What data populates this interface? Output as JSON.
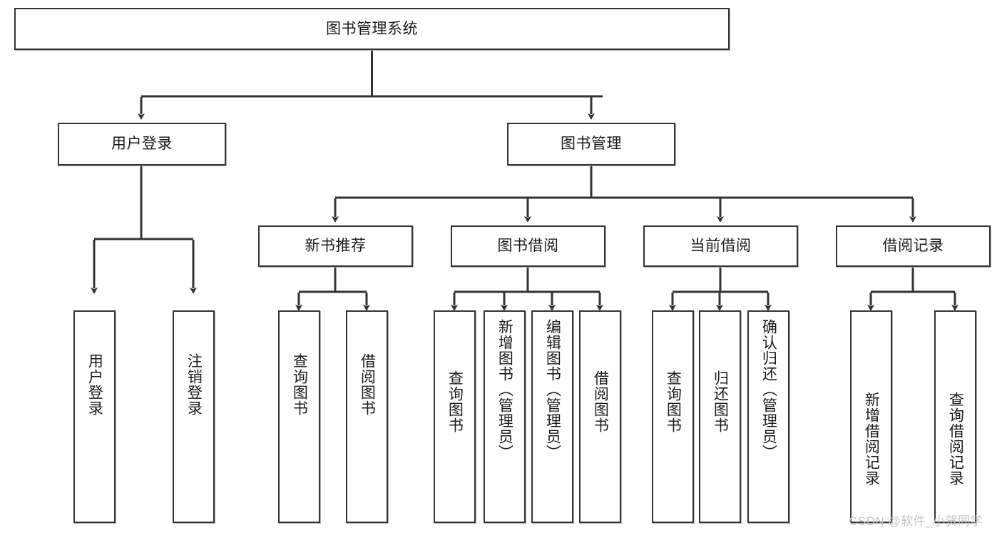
{
  "diagram": {
    "title": "图书管理系统",
    "type": "hierarchy-tree",
    "watermark": "CSDN @软件_小贺同学",
    "colors": {
      "box_border": "#333333",
      "box_fill": "#ffffff",
      "connector": "#333333",
      "text": "#1a1a1a",
      "watermark": "#c4c4c4"
    },
    "levels": {
      "root": {
        "label": "图书管理系统"
      },
      "level2": [
        {
          "label": "用户登录"
        },
        {
          "label": "图书管理"
        }
      ],
      "level3": [
        {
          "label": "新书推荐"
        },
        {
          "label": "图书借阅"
        },
        {
          "label": "当前借阅"
        },
        {
          "label": "借阅记录"
        }
      ],
      "leaves": [
        {
          "label": "用户登录"
        },
        {
          "label": "注销登录"
        },
        {
          "label": "查询图书"
        },
        {
          "label": "借阅图书"
        },
        {
          "label": "查询图书"
        },
        {
          "label": "新增图书（管理员）"
        },
        {
          "label": "编辑图书（管理员）"
        },
        {
          "label": "借阅图书"
        },
        {
          "label": "查询图书"
        },
        {
          "label": "归还图书"
        },
        {
          "label": "确认归还（管理员）"
        },
        {
          "label": "新增借阅记录"
        },
        {
          "label": "查询借阅记录"
        }
      ]
    }
  }
}
